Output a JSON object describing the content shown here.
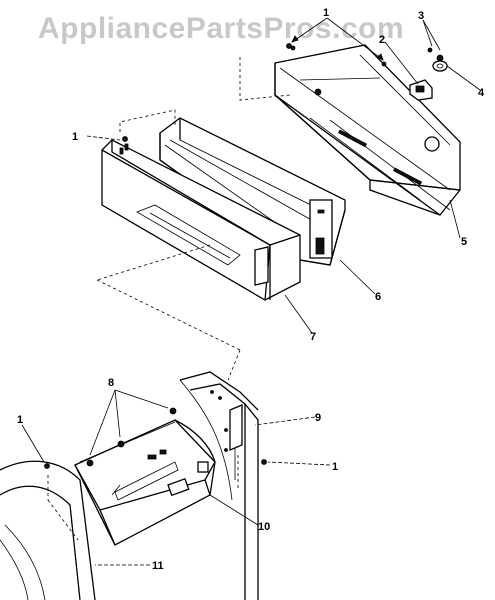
{
  "watermark": "AppliancePartsPros.com",
  "callouts": [
    {
      "id": "1a",
      "label": "1"
    },
    {
      "id": "2",
      "label": "2"
    },
    {
      "id": "3",
      "label": "3"
    },
    {
      "id": "4",
      "label": "4"
    },
    {
      "id": "5",
      "label": "5"
    },
    {
      "id": "1b",
      "label": "1"
    },
    {
      "id": "6",
      "label": "6"
    },
    {
      "id": "7",
      "label": "7"
    },
    {
      "id": "8",
      "label": "8"
    },
    {
      "id": "9",
      "label": "9"
    },
    {
      "id": "1c",
      "label": "1"
    },
    {
      "id": "1d",
      "label": "1"
    },
    {
      "id": "10",
      "label": "10"
    },
    {
      "id": "11",
      "label": "11"
    }
  ]
}
